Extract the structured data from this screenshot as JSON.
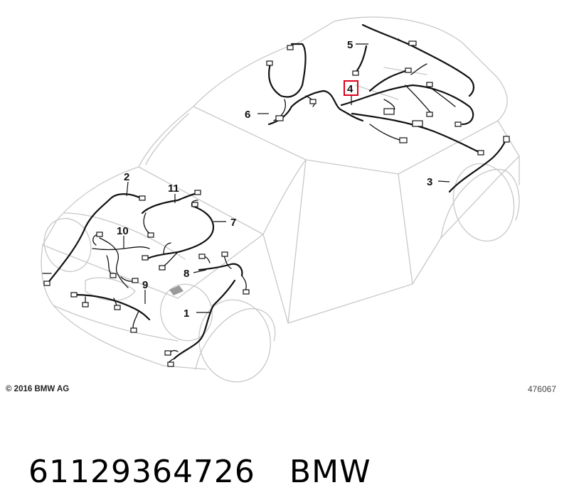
{
  "diagram": {
    "callouts": [
      {
        "id": "1",
        "label": "1"
      },
      {
        "id": "2",
        "label": "2"
      },
      {
        "id": "3",
        "label": "3"
      },
      {
        "id": "4",
        "label": "4",
        "highlighted": true
      },
      {
        "id": "5",
        "label": "5"
      },
      {
        "id": "6",
        "label": "6"
      },
      {
        "id": "7",
        "label": "7"
      },
      {
        "id": "8",
        "label": "8"
      },
      {
        "id": "9",
        "label": "9"
      },
      {
        "id": "10",
        "label": "10"
      },
      {
        "id": "11",
        "label": "11"
      }
    ],
    "highlight_color": "#e0001a",
    "car_outline_color": "#c8c8c8",
    "harness_color": "#111111"
  },
  "footer": {
    "copyright": "© 2016 BMW AG",
    "illustration_number": "476067",
    "part_number": "61129364726",
    "brand": "BMW"
  }
}
